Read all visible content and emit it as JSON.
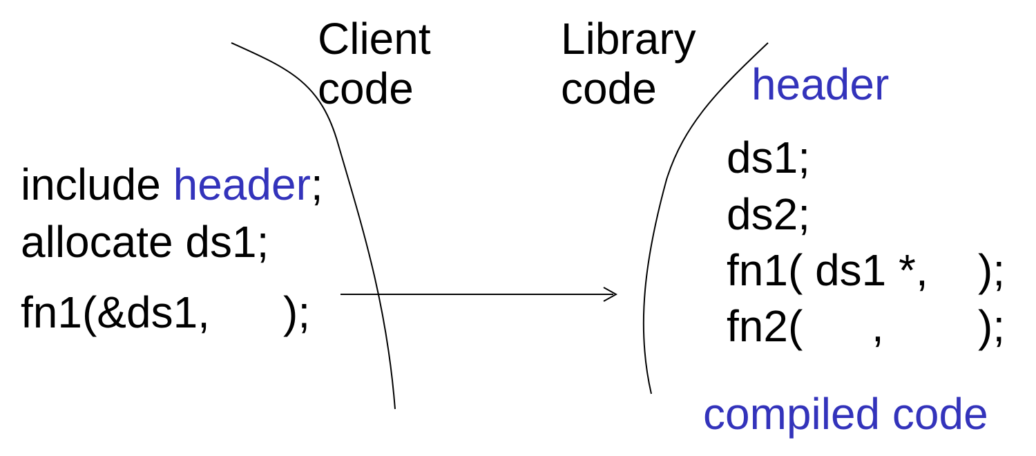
{
  "colors": {
    "text": "#000000",
    "accent": "#3333bb",
    "line": "#000000"
  },
  "headings": {
    "client_line1": "Client",
    "client_line2": "code",
    "library_line1": "Library",
    "library_line2": "code"
  },
  "client_code": {
    "include_keyword": "include ",
    "include_header": "header",
    "include_semicolon": ";",
    "line2": "allocate ds1;",
    "line3_part1": "fn1(&ds1,",
    "line3_part2": ");"
  },
  "library": {
    "header_label": "header",
    "decl1": "ds1;",
    "decl2": "ds2;",
    "fn1_part1": "fn1( ds1 *,",
    "fn1_part2": ");",
    "fn2_part1": "fn2(",
    "fn2_part2": ",",
    "fn2_part3": ");",
    "compiled_label": "compiled code"
  }
}
